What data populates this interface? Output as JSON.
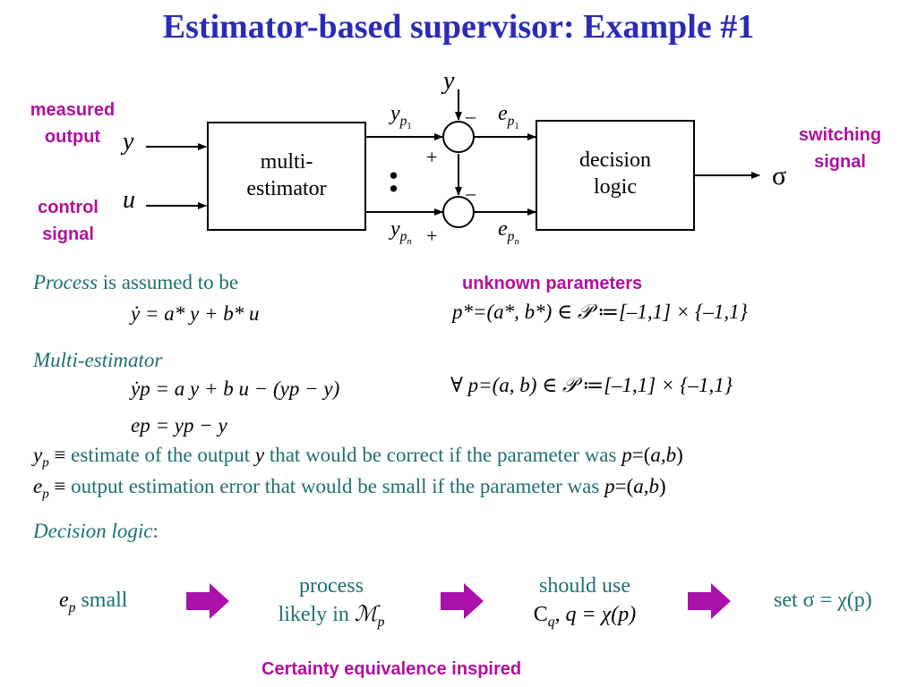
{
  "title": "Estimator-based supervisor: Example #1",
  "colors": {
    "title": "#2b2bb8",
    "accent": "#b0109c",
    "teal": "#1f6f6f",
    "arrow": "#aa10aa"
  },
  "diagram": {
    "measured_output_label": "measured\noutput",
    "control_signal_label": "control\nsignal",
    "switching_signal_label": "switching\nsignal",
    "input_y": "y",
    "input_u": "u",
    "top_y": "y",
    "multi_estimator": "multi-\nestimator",
    "decision_logic": "decision\nlogic",
    "sigma": "σ",
    "yp1": "y",
    "yp1_sub": "p",
    "yp1_subsub": "1",
    "ypn": "y",
    "ypn_sub": "p",
    "ypn_subsub": "n",
    "ep1": "e",
    "ep1_sub": "p",
    "ep1_subsub": "1",
    "epn": "e",
    "epn_sub": "p",
    "epn_subsub": "n",
    "minus_top": "–",
    "plus_top": "+",
    "minus_bottom": "–",
    "plus_bottom": "+",
    "dots": ":"
  },
  "process": {
    "label_italic": "Process",
    "label_rest": " is assumed to be",
    "equation": "ẏ = a* y + b* u",
    "unknown_parameters": "unknown parameters",
    "param_set": "p*=(a*, b*) ∈ 𝒫 ≔[–1,1] × {–1,1}"
  },
  "multi_estimator": {
    "label": "Multi-estimator",
    "equation1": "ẏp = a y + b u − (yp − y)",
    "equation2": "ep = yp − y",
    "param_set": "∀ p=(a, b) ∈ 𝒫 ≔[–1,1] × {–1,1}"
  },
  "definitions": {
    "yp_sym": "y",
    "yp_sub": "p",
    "equiv": " ≡ ",
    "yp_text_a": "estimate of the output ",
    "yp_text_y": "y",
    "yp_text_b": " that would be correct if the parameter was ",
    "yp_text_p": "p",
    "yp_text_c": "=(",
    "yp_text_ab": "a,b",
    "yp_text_d": ")",
    "ep_sym": "e",
    "ep_sub": "p",
    "ep_text": "output estimation error that would be small if the parameter was ",
    "ep_text_p": "p",
    "ep_text_c": "=(",
    "ep_text_ab": "a,b",
    "ep_text_d": ")"
  },
  "decision": {
    "label": "Decision logic",
    "colon": ":",
    "step1_sym": "e",
    "step1_sub": "p",
    "step1_text": " small",
    "step2_line1": "process",
    "step2_line2": "likely in ",
    "step2_M": "ℳ",
    "step2_sub": "p",
    "step3_line1": "should use",
    "step3_C": "C",
    "step3_q": "q",
    "step3_rest": ", q = χ(p)",
    "step4": "set σ = χ(p)",
    "certainty": "Certainty equivalence inspired"
  }
}
